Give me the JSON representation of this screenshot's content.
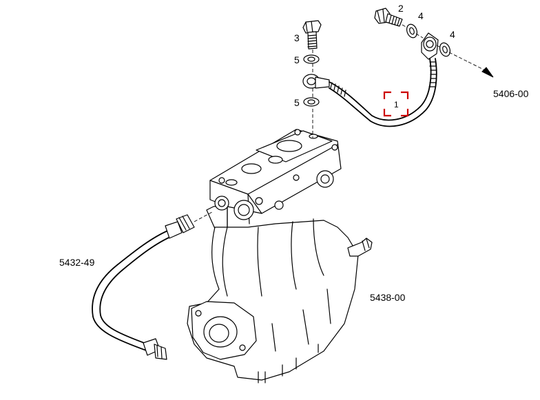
{
  "diagram": {
    "highlight_color": "#cc0000",
    "line_color": "#000000",
    "callouts": {
      "bolt_left": "3",
      "washer_upper": "5",
      "washer_lower": "5",
      "bolt_right": "2",
      "washer_right_a": "4",
      "washer_right_b": "4",
      "pipe_highlight": "1"
    },
    "references": {
      "outlet": "5406-00",
      "compressor": "5438-00",
      "lower_pipe": "5432-49"
    }
  }
}
